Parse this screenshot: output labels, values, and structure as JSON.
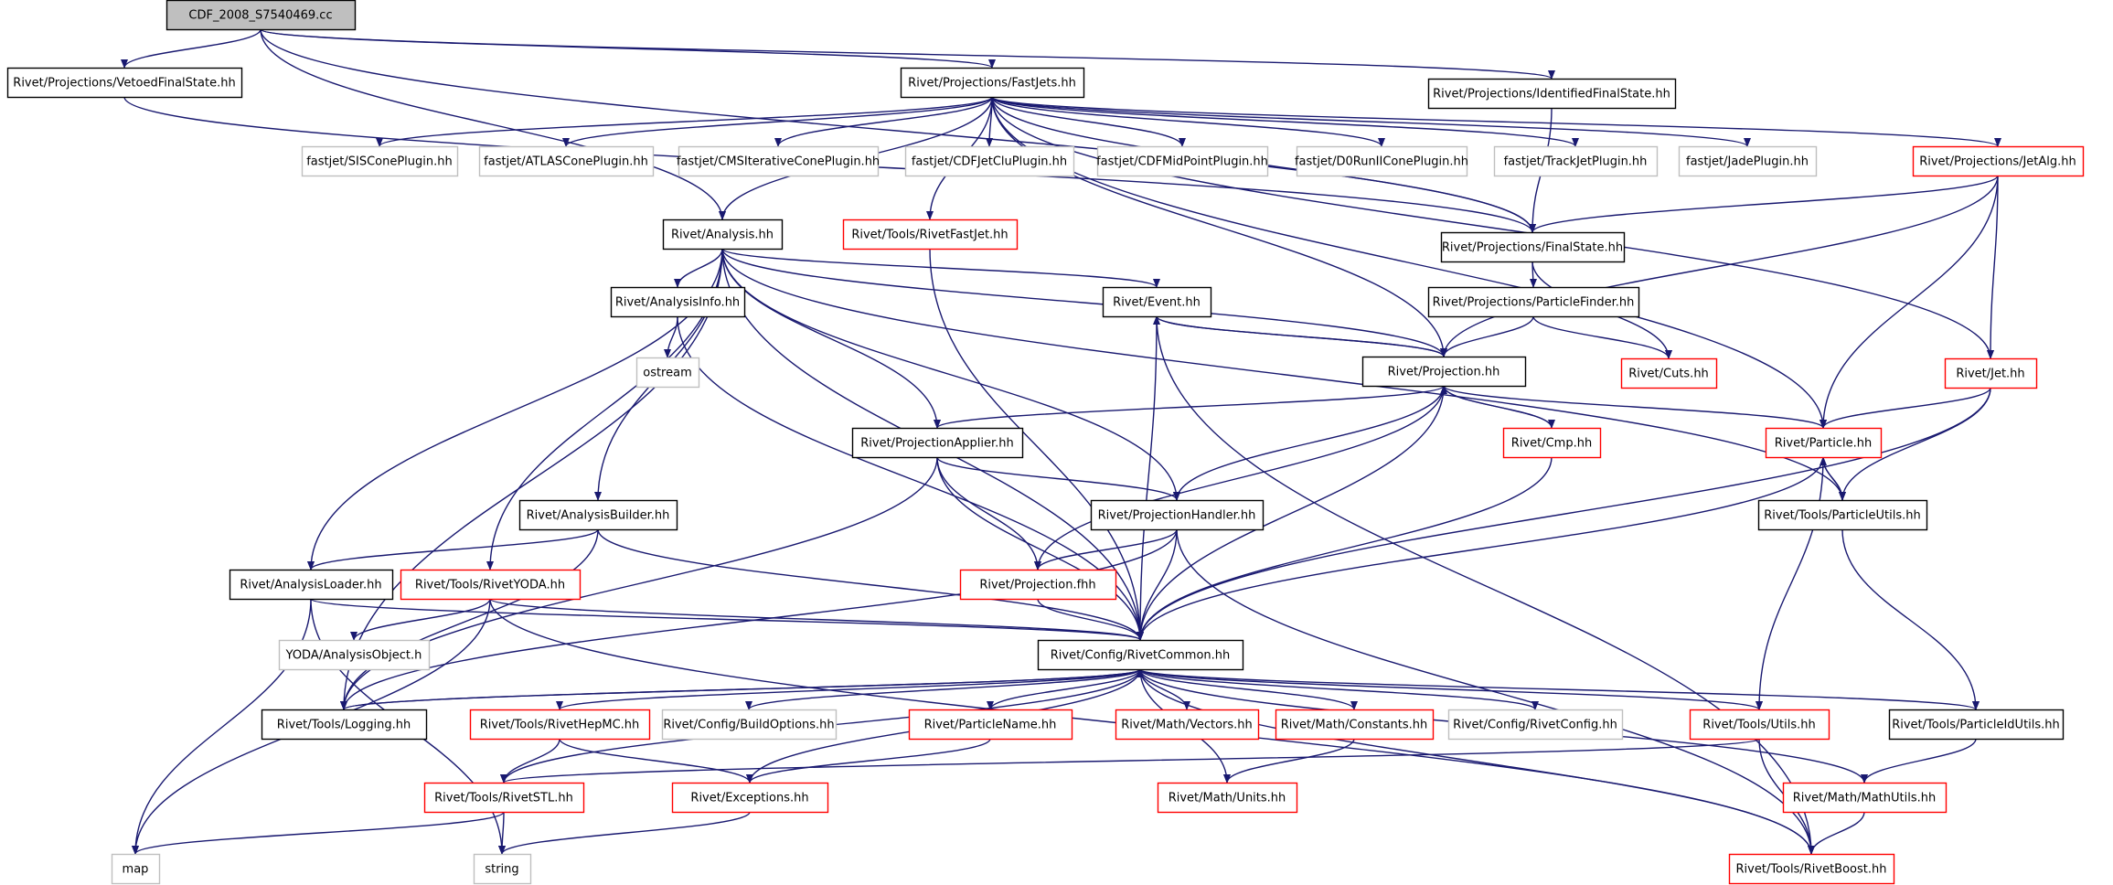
{
  "colors": {
    "normal_border": "#000000",
    "incomplete_border": "#ff0000",
    "external_border": "#bfbfbf",
    "root_fill": "#bfbfbf",
    "edge": "#191970"
  },
  "nodes": [
    {
      "id": "root",
      "label": "CDF_2008_S7540469.cc",
      "kind": "root"
    },
    {
      "id": "vetoed",
      "label": "Rivet/Projections/VetoedFinalState.hh",
      "kind": "normal"
    },
    {
      "id": "fastjets",
      "label": "Rivet/Projections/FastJets.hh",
      "kind": "normal"
    },
    {
      "id": "idfs",
      "label": "Rivet/Projections/IdentifiedFinalState.hh",
      "kind": "normal"
    },
    {
      "id": "siscone",
      "label": "fastjet/SISConePlugin.hh",
      "kind": "external"
    },
    {
      "id": "atlascone",
      "label": "fastjet/ATLASConePlugin.hh",
      "kind": "external"
    },
    {
      "id": "cmsiter",
      "label": "fastjet/CMSIterativeConePlugin.hh",
      "kind": "external"
    },
    {
      "id": "cdfjetclu",
      "label": "fastjet/CDFJetCluPlugin.hh",
      "kind": "external"
    },
    {
      "id": "cdfmid",
      "label": "fastjet/CDFMidPointPlugin.hh",
      "kind": "external"
    },
    {
      "id": "d0run",
      "label": "fastjet/D0RunIIConePlugin.hh",
      "kind": "external"
    },
    {
      "id": "trackjet",
      "label": "fastjet/TrackJetPlugin.hh",
      "kind": "external"
    },
    {
      "id": "jade",
      "label": "fastjet/JadePlugin.hh",
      "kind": "external"
    },
    {
      "id": "jetalg",
      "label": "Rivet/Projections/JetAlg.hh",
      "kind": "incomplete"
    },
    {
      "id": "analysis",
      "label": "Rivet/Analysis.hh",
      "kind": "normal"
    },
    {
      "id": "rivetfastjet",
      "label": "Rivet/Tools/RivetFastJet.hh",
      "kind": "incomplete"
    },
    {
      "id": "finalstate",
      "label": "Rivet/Projections/FinalState.hh",
      "kind": "normal"
    },
    {
      "id": "analysisinfo",
      "label": "Rivet/AnalysisInfo.hh",
      "kind": "normal"
    },
    {
      "id": "event",
      "label": "Rivet/Event.hh",
      "kind": "normal"
    },
    {
      "id": "particlefinder",
      "label": "Rivet/Projections/ParticleFinder.hh",
      "kind": "normal"
    },
    {
      "id": "ostream",
      "label": "ostream",
      "kind": "external"
    },
    {
      "id": "projection",
      "label": "Rivet/Projection.hh",
      "kind": "normal"
    },
    {
      "id": "cuts",
      "label": "Rivet/Cuts.hh",
      "kind": "incomplete"
    },
    {
      "id": "jet",
      "label": "Rivet/Jet.hh",
      "kind": "incomplete"
    },
    {
      "id": "projapplier",
      "label": "Rivet/ProjectionApplier.hh",
      "kind": "normal"
    },
    {
      "id": "cmp",
      "label": "Rivet/Cmp.hh",
      "kind": "incomplete"
    },
    {
      "id": "particle",
      "label": "Rivet/Particle.hh",
      "kind": "incomplete"
    },
    {
      "id": "analysisbuilder",
      "label": "Rivet/AnalysisBuilder.hh",
      "kind": "normal"
    },
    {
      "id": "projhandler",
      "label": "Rivet/ProjectionHandler.hh",
      "kind": "normal"
    },
    {
      "id": "particleutils",
      "label": "Rivet/Tools/ParticleUtils.hh",
      "kind": "normal"
    },
    {
      "id": "analysisloader",
      "label": "Rivet/AnalysisLoader.hh",
      "kind": "normal"
    },
    {
      "id": "rivetyoda",
      "label": "Rivet/Tools/RivetYODA.hh",
      "kind": "incomplete"
    },
    {
      "id": "projfhh",
      "label": "Rivet/Projection.fhh",
      "kind": "incomplete"
    },
    {
      "id": "yodaobj",
      "label": "YODA/AnalysisObject.h",
      "kind": "external"
    },
    {
      "id": "rivetcommon",
      "label": "Rivet/Config/RivetCommon.hh",
      "kind": "normal"
    },
    {
      "id": "logging",
      "label": "Rivet/Tools/Logging.hh",
      "kind": "normal"
    },
    {
      "id": "rivethepmc",
      "label": "Rivet/Tools/RivetHepMC.hh",
      "kind": "incomplete"
    },
    {
      "id": "buildoptions",
      "label": "Rivet/Config/BuildOptions.hh",
      "kind": "external"
    },
    {
      "id": "particlename",
      "label": "Rivet/ParticleName.hh",
      "kind": "incomplete"
    },
    {
      "id": "vectors",
      "label": "Rivet/Math/Vectors.hh",
      "kind": "incomplete"
    },
    {
      "id": "constants",
      "label": "Rivet/Math/Constants.hh",
      "kind": "incomplete"
    },
    {
      "id": "rivetconfig",
      "label": "Rivet/Config/RivetConfig.hh",
      "kind": "external"
    },
    {
      "id": "utils",
      "label": "Rivet/Tools/Utils.hh",
      "kind": "incomplete"
    },
    {
      "id": "particleidutils",
      "label": "Rivet/Tools/ParticleIdUtils.hh",
      "kind": "normal"
    },
    {
      "id": "rivetstl",
      "label": "Rivet/Tools/RivetSTL.hh",
      "kind": "incomplete"
    },
    {
      "id": "exceptions",
      "label": "Rivet/Exceptions.hh",
      "kind": "incomplete"
    },
    {
      "id": "units",
      "label": "Rivet/Math/Units.hh",
      "kind": "incomplete"
    },
    {
      "id": "mathutils",
      "label": "Rivet/Math/MathUtils.hh",
      "kind": "incomplete"
    },
    {
      "id": "map",
      "label": "map",
      "kind": "external"
    },
    {
      "id": "string",
      "label": "string",
      "kind": "external"
    },
    {
      "id": "rivetboost",
      "label": "Rivet/Tools/RivetBoost.hh",
      "kind": "incomplete"
    }
  ],
  "edges": [
    [
      "root",
      "vetoed"
    ],
    [
      "root",
      "fastjets"
    ],
    [
      "root",
      "idfs"
    ],
    [
      "root",
      "analysis"
    ],
    [
      "root",
      "finalstate"
    ],
    [
      "vetoed",
      "finalstate"
    ],
    [
      "fastjets",
      "siscone"
    ],
    [
      "fastjets",
      "atlascone"
    ],
    [
      "fastjets",
      "cmsiter"
    ],
    [
      "fastjets",
      "cdfjetclu"
    ],
    [
      "fastjets",
      "cdfmid"
    ],
    [
      "fastjets",
      "d0run"
    ],
    [
      "fastjets",
      "trackjet"
    ],
    [
      "fastjets",
      "jade"
    ],
    [
      "fastjets",
      "jetalg"
    ],
    [
      "fastjets",
      "finalstate"
    ],
    [
      "fastjets",
      "rivetfastjet"
    ],
    [
      "fastjets",
      "projection"
    ],
    [
      "fastjets",
      "particle"
    ],
    [
      "fastjets",
      "jet"
    ],
    [
      "fastjets",
      "analysis"
    ],
    [
      "idfs",
      "finalstate"
    ],
    [
      "jetalg",
      "finalstate"
    ],
    [
      "jetalg",
      "projection"
    ],
    [
      "jetalg",
      "particle"
    ],
    [
      "jetalg",
      "jet"
    ],
    [
      "finalstate",
      "particlefinder"
    ],
    [
      "finalstate",
      "cuts"
    ],
    [
      "particlefinder",
      "projection"
    ],
    [
      "particlefinder",
      "cuts"
    ],
    [
      "analysis",
      "analysisinfo"
    ],
    [
      "analysis",
      "event"
    ],
    [
      "analysis",
      "projection"
    ],
    [
      "analysis",
      "projapplier"
    ],
    [
      "analysis",
      "projhandler"
    ],
    [
      "analysis",
      "analysisbuilder"
    ],
    [
      "analysis",
      "analysisloader"
    ],
    [
      "analysis",
      "rivetyoda"
    ],
    [
      "analysis",
      "logging"
    ],
    [
      "analysis",
      "rivetcommon"
    ],
    [
      "analysis",
      "particleutils"
    ],
    [
      "rivetfastjet",
      "rivetcommon"
    ],
    [
      "analysisinfo",
      "ostream"
    ],
    [
      "analysisinfo",
      "rivetcommon"
    ],
    [
      "event",
      "projection"
    ],
    [
      "event",
      "rivetcommon"
    ],
    [
      "event",
      "rivetboost"
    ],
    [
      "projection",
      "event"
    ],
    [
      "projection",
      "cmp"
    ],
    [
      "projection",
      "particle"
    ],
    [
      "projection",
      "projapplier"
    ],
    [
      "projection",
      "projhandler"
    ],
    [
      "projection",
      "projfhh"
    ],
    [
      "projection",
      "rivetcommon"
    ],
    [
      "cmp",
      "projection"
    ],
    [
      "cmp",
      "rivetcommon"
    ],
    [
      "jet",
      "particle"
    ],
    [
      "jet",
      "particleutils"
    ],
    [
      "jet",
      "rivetcommon"
    ],
    [
      "particle",
      "particleutils"
    ],
    [
      "particle",
      "utils"
    ],
    [
      "particle",
      "rivetcommon"
    ],
    [
      "particleutils",
      "particle"
    ],
    [
      "particleutils",
      "particleidutils"
    ],
    [
      "projapplier",
      "projhandler"
    ],
    [
      "projapplier",
      "projfhh"
    ],
    [
      "projapplier",
      "rivetcommon"
    ],
    [
      "projapplier",
      "logging"
    ],
    [
      "projhandler",
      "projfhh"
    ],
    [
      "projhandler",
      "rivetcommon"
    ],
    [
      "projhandler",
      "logging"
    ],
    [
      "projhandler",
      "rivetboost"
    ],
    [
      "analysisbuilder",
      "analysisloader"
    ],
    [
      "analysisbuilder",
      "rivetcommon"
    ],
    [
      "analysisbuilder",
      "logging"
    ],
    [
      "analysisloader",
      "rivetcommon"
    ],
    [
      "analysisloader",
      "map"
    ],
    [
      "analysisloader",
      "string"
    ],
    [
      "rivetyoda",
      "yodaobj"
    ],
    [
      "rivetyoda",
      "rivetcommon"
    ],
    [
      "rivetyoda",
      "map"
    ],
    [
      "rivetyoda",
      "rivetboost"
    ],
    [
      "projfhh",
      "rivetcommon"
    ],
    [
      "rivetcommon",
      "logging"
    ],
    [
      "rivetcommon",
      "rivethepmc"
    ],
    [
      "rivetcommon",
      "buildoptions"
    ],
    [
      "rivetcommon",
      "particlename"
    ],
    [
      "rivetcommon",
      "vectors"
    ],
    [
      "rivetcommon",
      "constants"
    ],
    [
      "rivetcommon",
      "rivetconfig"
    ],
    [
      "rivetcommon",
      "utils"
    ],
    [
      "rivetcommon",
      "particleidutils"
    ],
    [
      "rivetcommon",
      "rivetstl"
    ],
    [
      "rivetcommon",
      "exceptions"
    ],
    [
      "rivetcommon",
      "units"
    ],
    [
      "rivetcommon",
      "mathutils"
    ],
    [
      "rivetcommon",
      "rivetboost"
    ],
    [
      "logging",
      "rivetcommon"
    ],
    [
      "rivethepmc",
      "rivetstl"
    ],
    [
      "rivethepmc",
      "exceptions"
    ],
    [
      "particlename",
      "exceptions"
    ],
    [
      "constants",
      "units"
    ],
    [
      "utils",
      "rivetstl"
    ],
    [
      "utils",
      "rivetboost"
    ],
    [
      "particleidutils",
      "mathutils"
    ],
    [
      "mathutils",
      "rivetboost"
    ],
    [
      "rivetstl",
      "map"
    ],
    [
      "rivetstl",
      "string"
    ],
    [
      "exceptions",
      "string"
    ]
  ]
}
